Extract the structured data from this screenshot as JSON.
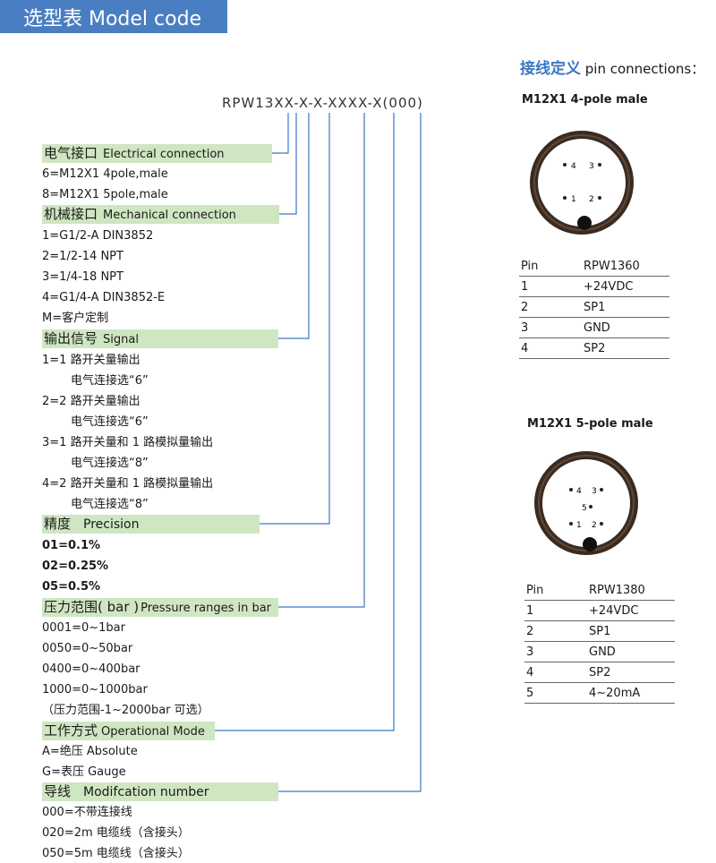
{
  "header": {
    "title": "选型表 Model code"
  },
  "model_code": "RPW13XX-X-X-XXXX-X(000)",
  "sections": [
    {
      "zh": "电气接口",
      "en": "Electrical connection",
      "options": [
        {
          "text": "6=M12X1 4pole,male"
        },
        {
          "text": "8=M12X1 5pole,male"
        }
      ]
    },
    {
      "zh": "机械接口",
      "en": "Mechanical connection",
      "options": [
        {
          "text": "1=G1/2-A DIN3852"
        },
        {
          "text": "2=1/2-14 NPT"
        },
        {
          "text": "3=1/4-18 NPT"
        },
        {
          "text": "4=G1/4-A DIN3852-E"
        },
        {
          "text": "M=客户定制"
        }
      ]
    },
    {
      "zh": "输出信号",
      "en": "Signal",
      "options": [
        {
          "text": "1=1 路开关量输出"
        },
        {
          "text": "电气连接选“6”",
          "indent": true
        },
        {
          "text": "2=2 路开关量输出"
        },
        {
          "text": "电气连接选“6”",
          "indent": true
        },
        {
          "text": "3=1 路开关量和 1 路模拟量输出"
        },
        {
          "text": "电气连接选“8”",
          "indent": true
        },
        {
          "text": "4=2 路开关量和 1 路模拟量输出"
        },
        {
          "text": "电气连接选“8”",
          "indent": true
        }
      ]
    },
    {
      "zh": "精度",
      "en": "Precision",
      "options": [
        {
          "text": "01=0.1%",
          "bold": true
        },
        {
          "text": "02=0.25%",
          "bold": true
        },
        {
          "text": "05=0.5%",
          "bold": true
        }
      ]
    },
    {
      "zh": "压力范围( bar )",
      "en": "Pressure ranges in bar",
      "options": [
        {
          "text": "0001=0~1bar"
        },
        {
          "text": "0050=0~50bar"
        },
        {
          "text": "0400=0~400bar"
        },
        {
          "text": "1000=0~1000bar"
        },
        {
          "text": "（压力范围-1~2000bar 可选）"
        }
      ]
    },
    {
      "zh": "工作方式",
      "en": "Operational Mode",
      "options": [
        {
          "text": "A=绝压  Absolute"
        },
        {
          "text": "G=表压  Gauge"
        }
      ]
    },
    {
      "zh": "导线",
      "en": "Modifcation number",
      "options": [
        {
          "text": "000=不带连接线"
        },
        {
          "text": "020=2m  电缆线（含接头）"
        },
        {
          "text": "050=5m  电缆线（含接头）"
        }
      ]
    }
  ],
  "pin_section": {
    "title_zh": "接线定义",
    "title_en": "pin connections：",
    "connectors": [
      {
        "label": "M12X1 4-pole male",
        "pin_labels": [
          "4",
          "3",
          "1",
          "2"
        ],
        "header": [
          "Pin",
          "RPW1360"
        ],
        "rows": [
          [
            "1",
            "+24VDC"
          ],
          [
            "2",
            "SP1"
          ],
          [
            "3",
            "GND"
          ],
          [
            "4",
            "SP2"
          ]
        ]
      },
      {
        "label": "M12X1 5-pole male",
        "pin_labels": [
          "4",
          "3",
          "5",
          "1",
          "2"
        ],
        "header": [
          "Pin",
          "RPW1380"
        ],
        "rows": [
          [
            "1",
            "+24VDC"
          ],
          [
            "2",
            "SP1"
          ],
          [
            "3",
            "GND"
          ],
          [
            "4",
            "SP2"
          ],
          [
            "5",
            "4~20mA"
          ]
        ]
      }
    ]
  },
  "colors": {
    "title_band": "#4a7ec2",
    "section_header": "#cfe6c2",
    "pin_title": "#3a78c4",
    "leader_line": "#3a78c4"
  }
}
